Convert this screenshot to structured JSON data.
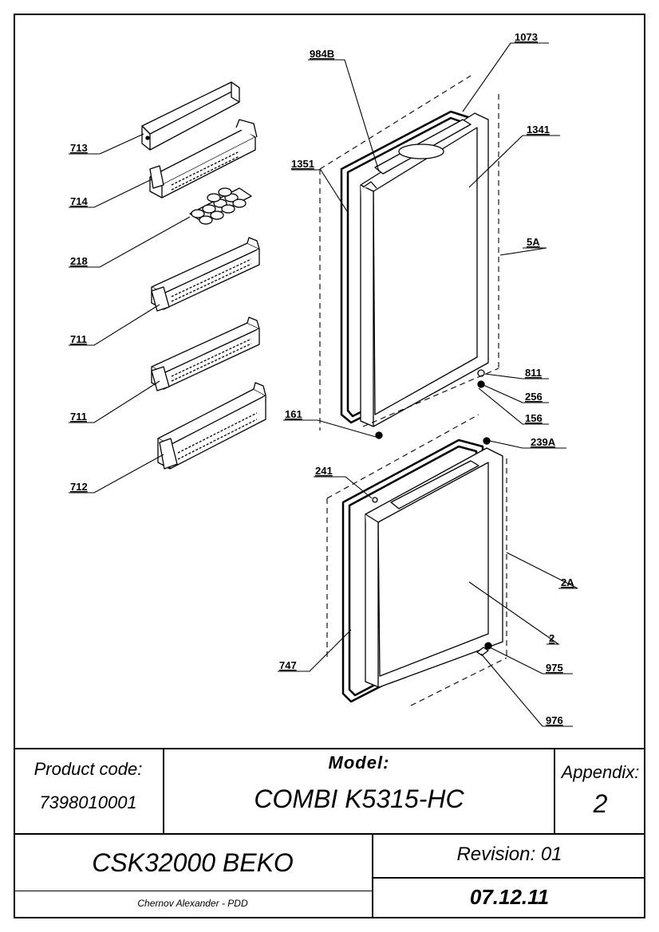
{
  "callouts": {
    "c713": "713",
    "c714": "714",
    "c218": "218",
    "c711a": "711",
    "c711b": "711",
    "c712": "712",
    "c984b": "984B",
    "c1073": "1073",
    "c1341": "1341",
    "c1351": "1351",
    "c5a": "5A",
    "c811": "811",
    "c256": "256",
    "c156": "156",
    "c161": "161",
    "c239a": "239A",
    "c241": "241",
    "c2a": "2A",
    "c2": "2",
    "c747": "747",
    "c975": "975",
    "c976": "976"
  },
  "title_block": {
    "product_code_label": "Product code:",
    "product_code_value": "7398010001",
    "model_label": "Model:",
    "model_value": "COMBI K5315-HC",
    "appendix_label": "Appendix:",
    "appendix_value": "2",
    "catalog_name": "CSK32000 BEKO",
    "revision": "Revision: 01",
    "author": "Chernov Alexander - PDD",
    "date": "07.12.11"
  }
}
